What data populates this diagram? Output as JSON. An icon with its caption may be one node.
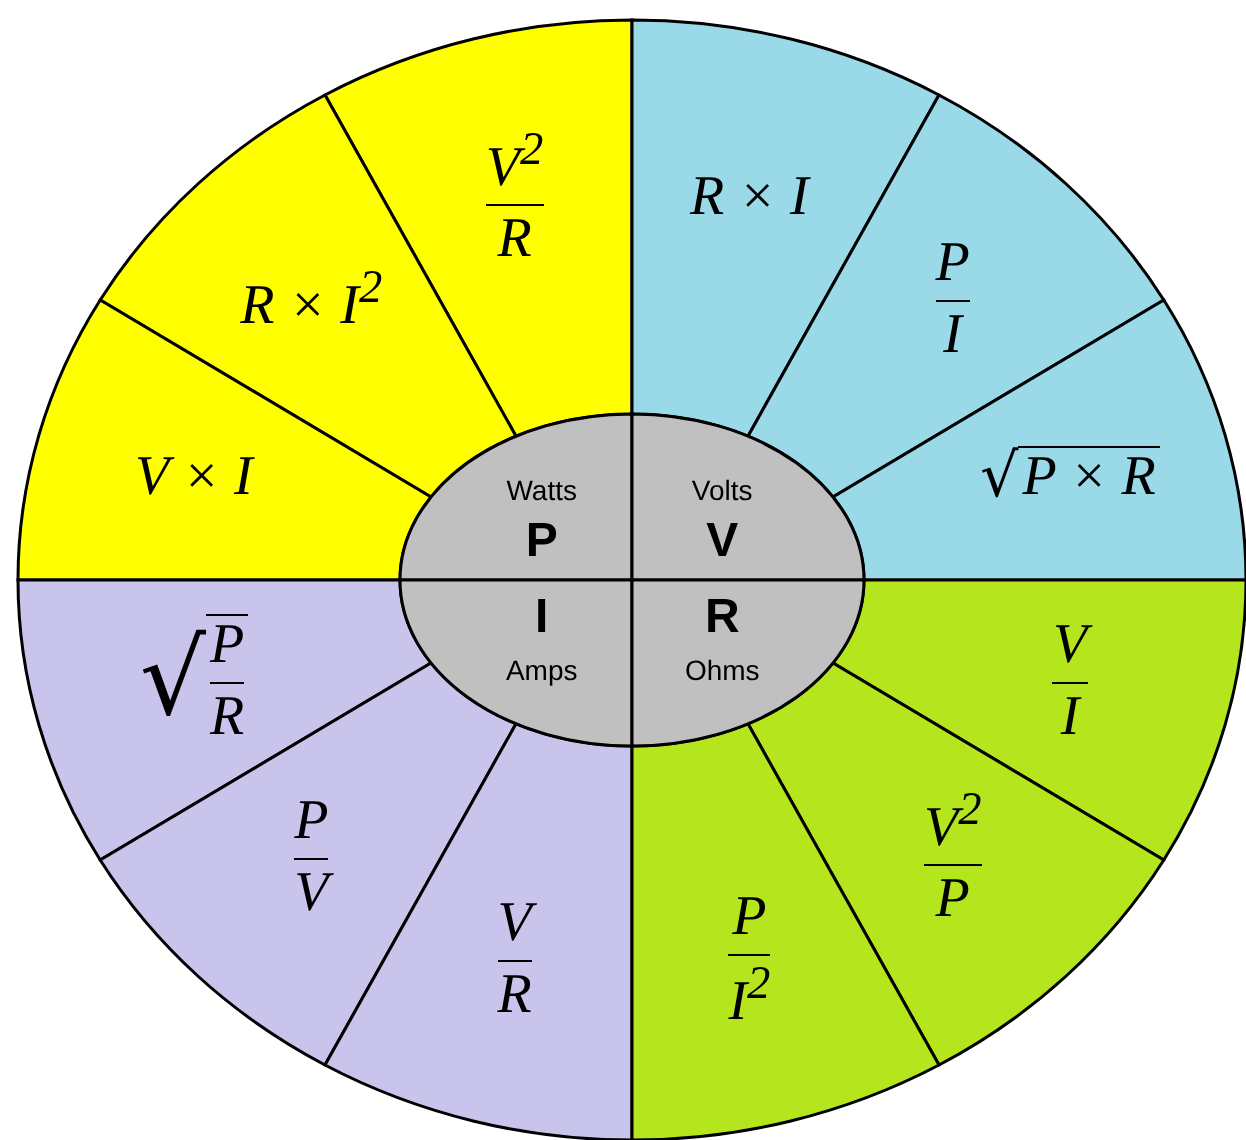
{
  "diagram": {
    "nodes": [
      {
        "text": [
          "Watts",
          "P"
        ]
      },
      {
        "text": [
          "Volts",
          "V"
        ]
      },
      {
        "text": [
          "I",
          "Amps"
        ]
      },
      {
        "text": [
          "R",
          "Ohms"
        ]
      },
      {
        "text": [
          "V$^{2}$",
          "R"
        ]
      },
      {
        "text": [
          "R × I$^{2}$"
        ]
      },
      {
        "text": [
          "V × I"
        ]
      },
      {
        "text": [
          "R × I"
        ]
      },
      {
        "text": [
          "P",
          "I"
        ]
      },
      {
        "text": [
          "√",
          "P × R"
        ]
      },
      {
        "text": [
          "√",
          "P",
          "R"
        ]
      },
      {
        "text": [
          "P",
          "V"
        ]
      },
      {
        "text": [
          "V",
          "R"
        ]
      },
      {
        "text": [
          "V",
          "I"
        ]
      },
      {
        "text": [
          "V$^{2}$",
          "P"
        ]
      },
      {
        "text": [
          "P",
          "I$^{2}$"
        ]
      }
    ]
  }
}
